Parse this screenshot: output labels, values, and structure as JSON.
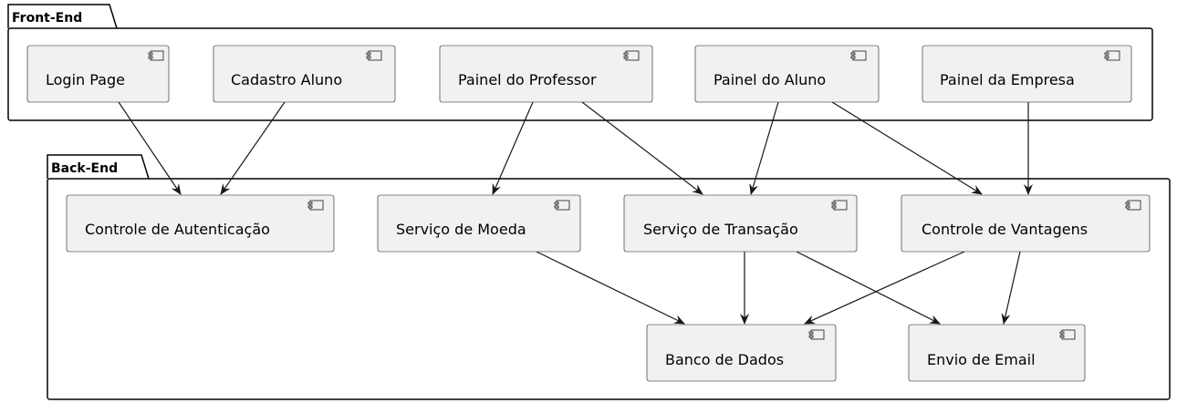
{
  "packages": {
    "front_end": {
      "title": "Front-End"
    },
    "back_end": {
      "title": "Back-End"
    }
  },
  "components": {
    "login_page": {
      "label": "Login Page"
    },
    "cadastro_aluno": {
      "label": "Cadastro Aluno"
    },
    "painel_professor": {
      "label": "Painel do Professor"
    },
    "painel_aluno": {
      "label": "Painel do Aluno"
    },
    "painel_empresa": {
      "label": "Painel da Empresa"
    },
    "controle_autenticacao": {
      "label": "Controle de Autenticação"
    },
    "servico_moeda": {
      "label": "Serviço de Moeda"
    },
    "servico_transacao": {
      "label": "Serviço de Transação"
    },
    "controle_vantagens": {
      "label": "Controle de Vantagens"
    },
    "banco_dados": {
      "label": "Banco de Dados"
    },
    "envio_email": {
      "label": "Envio de Email"
    }
  },
  "edges": [
    {
      "from": "login_page",
      "to": "controle_autenticacao"
    },
    {
      "from": "cadastro_aluno",
      "to": "controle_autenticacao"
    },
    {
      "from": "painel_professor",
      "to": "servico_moeda"
    },
    {
      "from": "painel_professor",
      "to": "servico_transacao"
    },
    {
      "from": "painel_aluno",
      "to": "servico_transacao"
    },
    {
      "from": "painel_aluno",
      "to": "controle_vantagens"
    },
    {
      "from": "painel_empresa",
      "to": "controle_vantagens"
    },
    {
      "from": "servico_moeda",
      "to": "banco_dados"
    },
    {
      "from": "servico_transacao",
      "to": "banco_dados"
    },
    {
      "from": "servico_transacao",
      "to": "envio_email"
    },
    {
      "from": "controle_vantagens",
      "to": "banco_dados"
    },
    {
      "from": "controle_vantagens",
      "to": "envio_email"
    }
  ]
}
